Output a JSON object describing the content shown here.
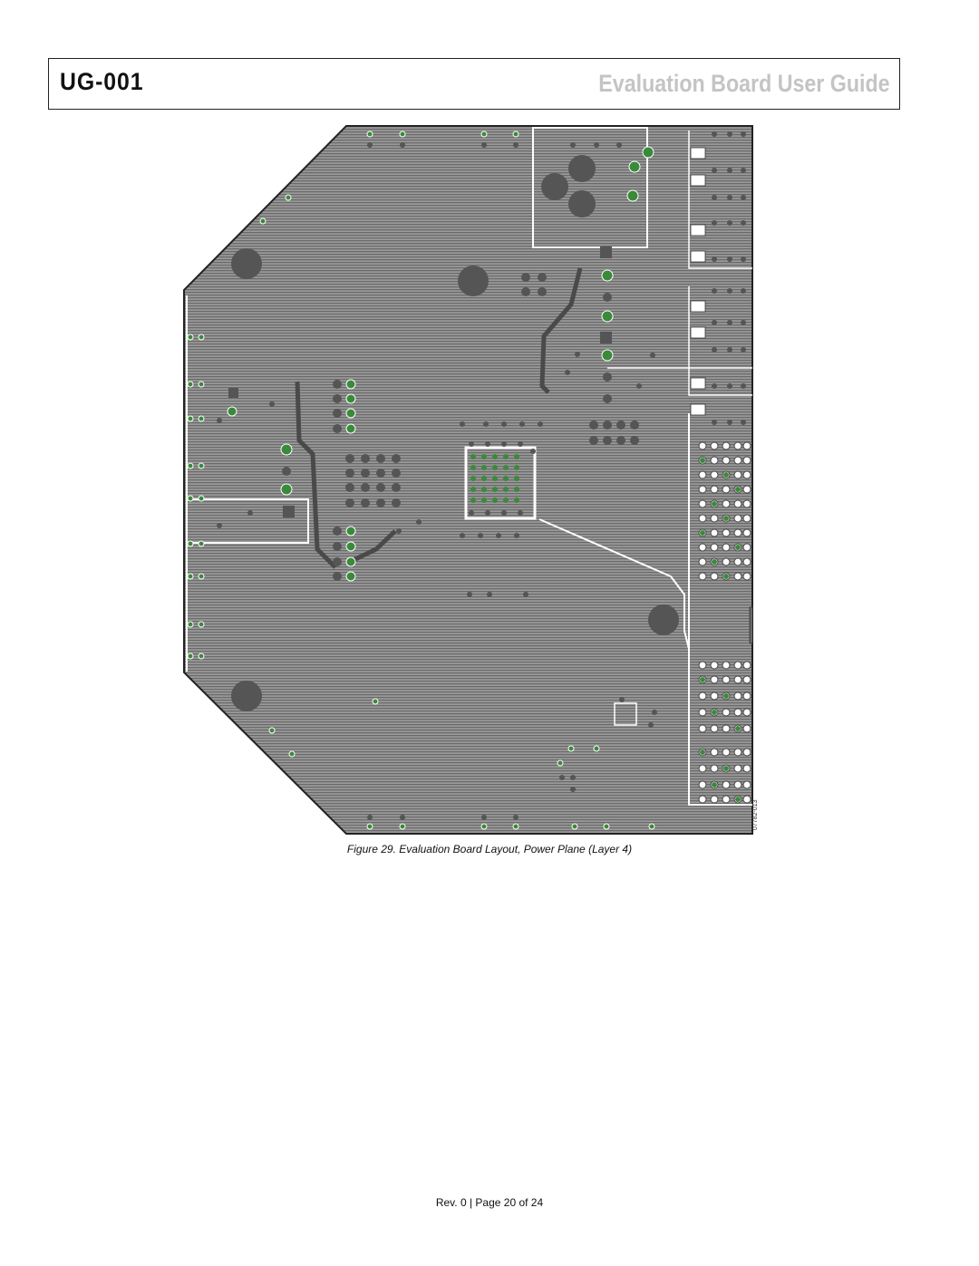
{
  "header": {
    "doc_id": "UG-001",
    "title": "Evaluation Board User Guide"
  },
  "figure": {
    "caption": "Figure 29. Evaluation Board Layout, Power Plane (Layer 4)",
    "code": "07782-013",
    "colors": {
      "plane": "#8a8a8a",
      "hatch": "#6e6e6e",
      "via_fill": "#555555",
      "green_via": "#3a8a3a",
      "trace": "#ffffff"
    }
  },
  "footer": {
    "page_label": "Rev. 0 | Page 20 of 24"
  }
}
